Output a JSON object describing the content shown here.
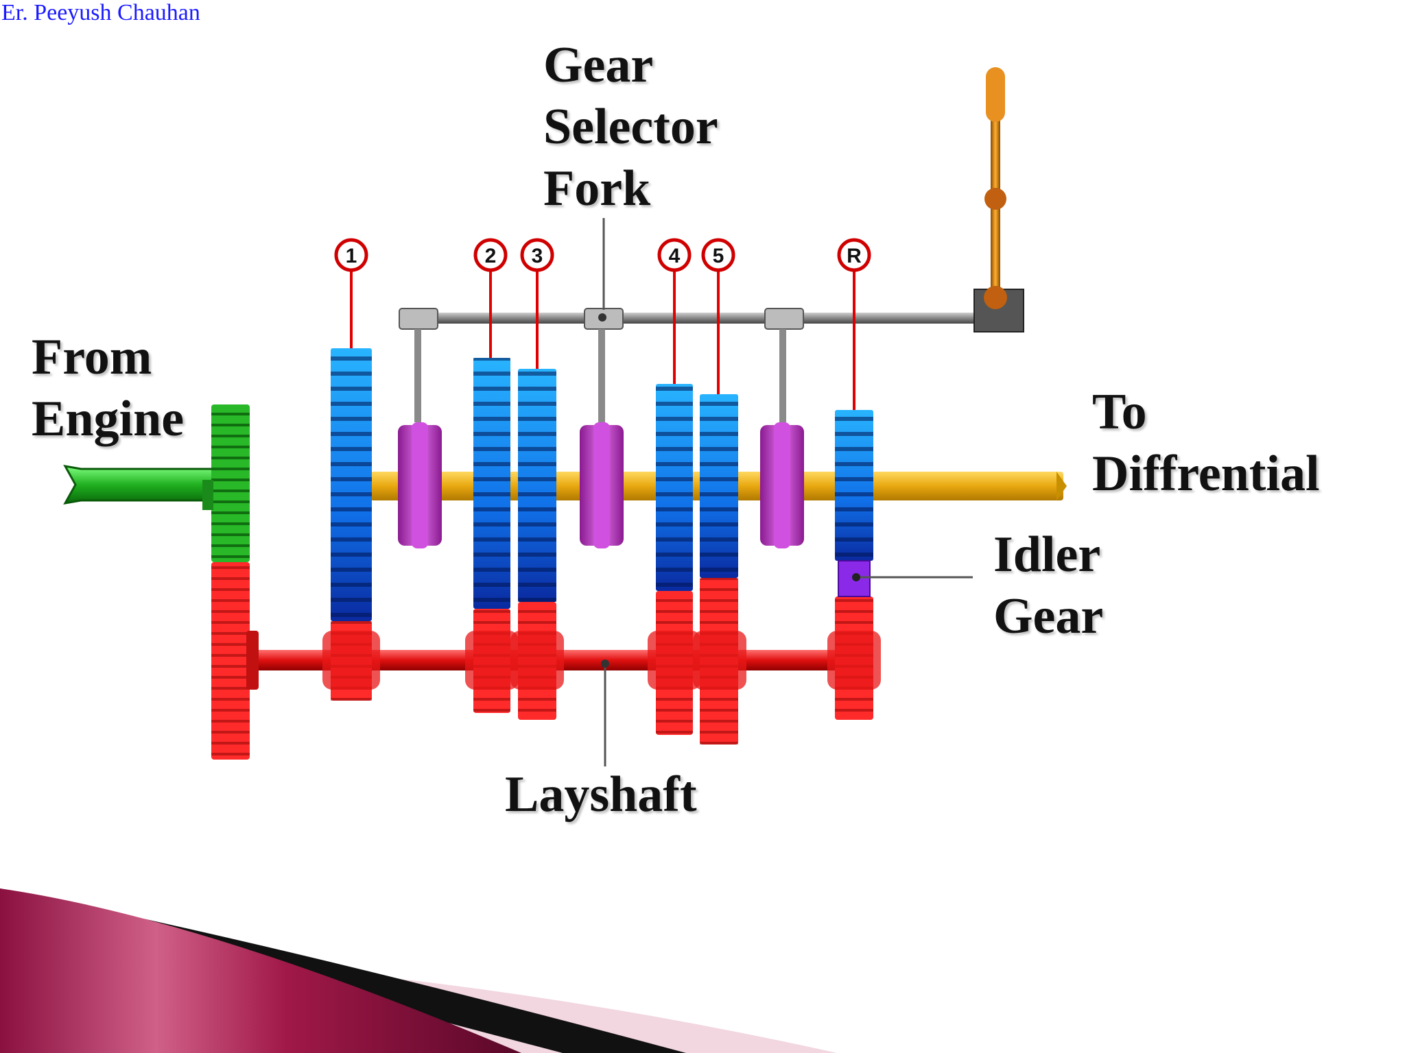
{
  "author": "Er. Peeyush Chauhan",
  "labels": {
    "from_engine": [
      "From",
      "Engine"
    ],
    "gear_selector_fork": [
      "Gear",
      "Selector",
      "Fork"
    ],
    "to_differential": [
      "To",
      "Diffrential"
    ],
    "idler_gear": [
      "Idler",
      "Gear"
    ],
    "layshaft": "Layshaft"
  },
  "gear_numbers": [
    "1",
    "2",
    "3",
    "4",
    "5",
    "R"
  ],
  "colors": {
    "input_gear": "#2db82d",
    "main_gears": "#1a9cff",
    "layshaft_gears": "#ff2020",
    "synchro_hubs": "#c030c8",
    "main_shaft": "#f0b820",
    "idler": "#8030e0",
    "accent_maroon": "#9c1848"
  }
}
